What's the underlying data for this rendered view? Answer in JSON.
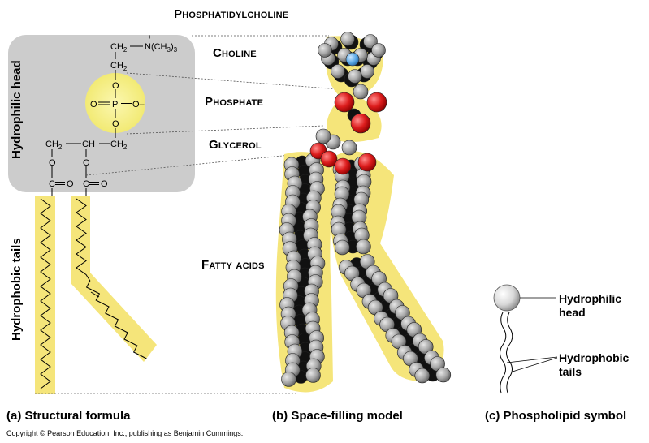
{
  "title": "Phosphatidylcholine",
  "head_labels": {
    "choline": "Choline",
    "phosphate": "Phosphate",
    "glycerol": "Glycerol",
    "fatty_acids": "Fatty acids"
  },
  "side_labels": {
    "hydrophilic_head": "Hydrophilic head",
    "hydrophobic_tails": "Hydrophobic tails"
  },
  "formula": {
    "ch2_top": "CH",
    "sub2": "2",
    "n_group": "N(CH",
    "n_sub3": "3",
    "n_close": ")",
    "n_sub3b": "3",
    "plus": "+",
    "o": "O",
    "p": "P",
    "o_minus": "O–",
    "ch": "CH",
    "c": "C"
  },
  "captions": {
    "a": "(a) Structural formula",
    "b": "(b) Space-filling model",
    "c": "(c) Phospholipid symbol"
  },
  "symbol_labels": {
    "head_line1": "Hydrophilic",
    "head_line2": "head",
    "tails_line1": "Hydrophobic",
    "tails_line2": "tails"
  },
  "copyright": "Copyright © Pearson Education, Inc., publishing as Benjamin Cummings.",
  "colors": {
    "head_box": "#cccccc",
    "phosphate_glow": "#f5f08a",
    "tail_yellow": "#f5e57a",
    "oxygen": "#d81818",
    "nitrogen": "#5aa8e6",
    "hydrogen": "#9c9c9c",
    "carbon": "#111111"
  },
  "icons": [
    "phospholipid-head-icon",
    "nitrogen-atom-icon",
    "oxygen-atom-icon"
  ]
}
